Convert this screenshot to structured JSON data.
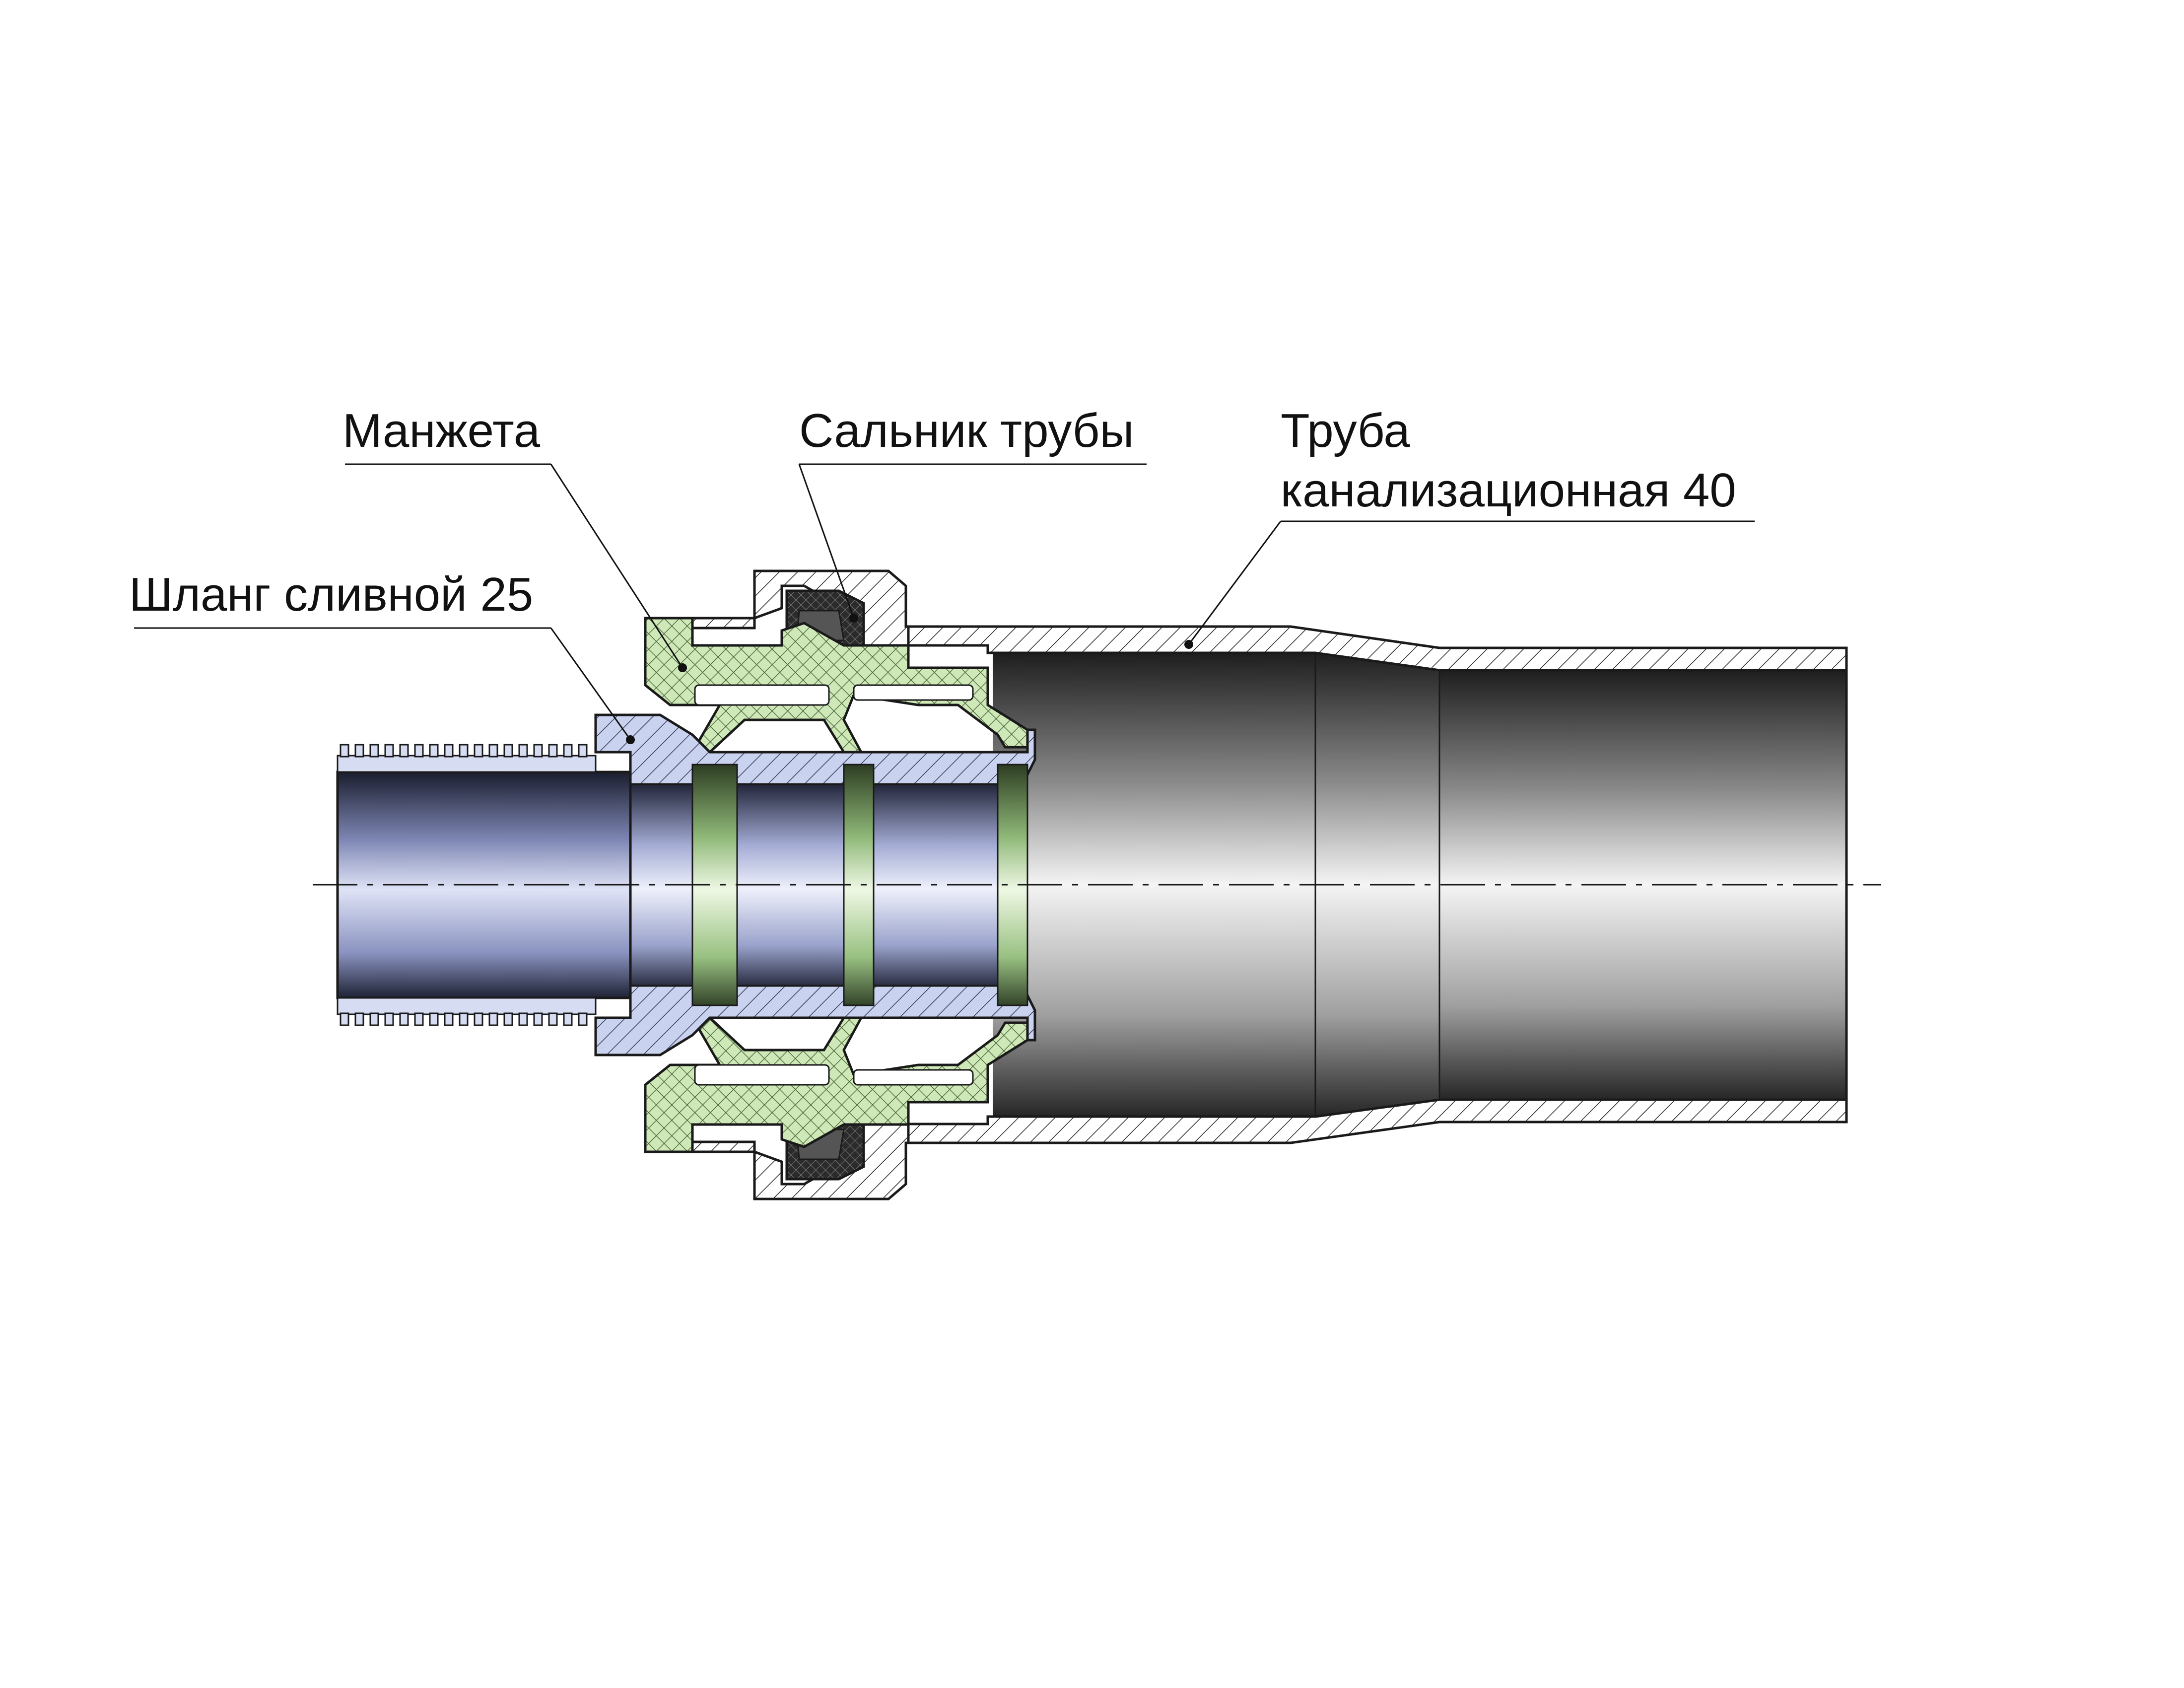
{
  "labels": {
    "cuff": "Манжета",
    "gland": "Сальник трубы",
    "pipe_line1": "Труба",
    "pipe_line2": "канализационная 40",
    "hose": "Шланг сливной 25"
  },
  "colors": {
    "cuff_green": "#cfe8b8",
    "hatch_blue": "#c9d2ee",
    "hose_blue": "#9aa3cc",
    "pipe_grey": "#7a7a7a",
    "seal_dark": "#2b2b2b",
    "line": "#1a1a1a"
  }
}
